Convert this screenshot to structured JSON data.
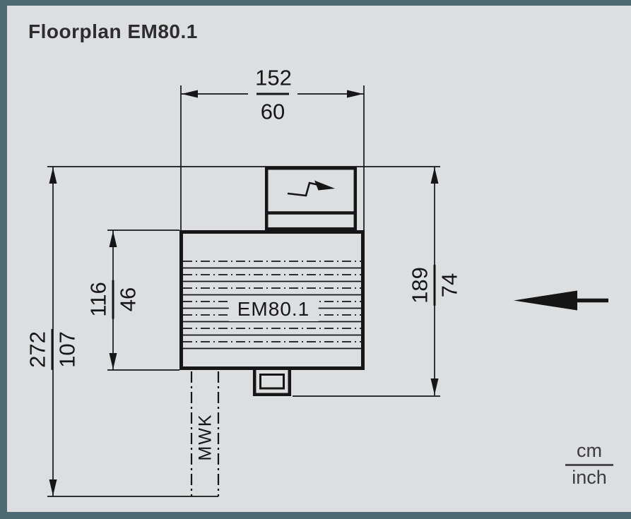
{
  "title": "Floorplan EM80.1",
  "drawing": {
    "room_label": "EM80.1",
    "channel_label": "MWK",
    "dimensions": {
      "width_top": {
        "cm": "152",
        "inch": "60"
      },
      "height_left_outer": {
        "cm": "272",
        "inch": "107"
      },
      "height_left_inner": {
        "cm": "116",
        "inch": "46"
      },
      "height_right": {
        "cm": "189",
        "inch": "74"
      }
    },
    "legend": {
      "top_unit": "cm",
      "bottom_unit": "inch"
    }
  },
  "colors": {
    "frame": "#4d6974",
    "background": "#dcdedf",
    "line": "#161616"
  }
}
